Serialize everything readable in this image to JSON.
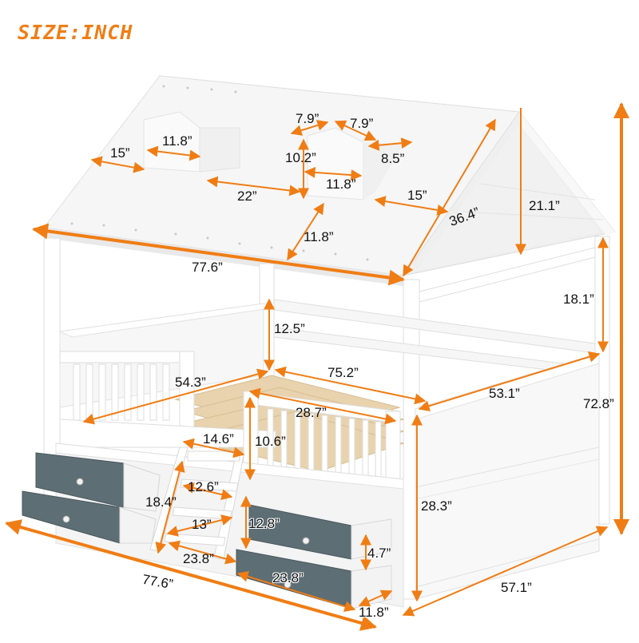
{
  "header": {
    "title": "SIZE:INCH"
  },
  "colors": {
    "accent": "#F07D14",
    "frame": "#FFFFFF",
    "frame_shade": "#ECECEC",
    "roof": "#F4F4F4",
    "drawer_front": "#5D6E75",
    "slats": "#E8D3AE",
    "text": "#111111"
  },
  "product": {
    "name": "House bed with roof, guardrails, ladder and 4 drawers",
    "drawer_count": 4
  },
  "dimensions": {
    "roof_window_offset": "15”",
    "roof_window_width_left": "11.8”",
    "roof_window_gap": "22”",
    "dormer_depth_a": "7.9”",
    "dormer_depth_b": "7.9”",
    "dormer_height": "10.2”",
    "dormer_width": "11.8”",
    "dormer_side": "8.5”",
    "roof_window_offset_right": "15”",
    "roof_window_to_eave": "11.8”",
    "roof_slope": "36.4”",
    "roof_height": "21.1”",
    "roof_length": "77.6”",
    "overall_height": "72.8”",
    "wall_clearance": "18.1”",
    "guardrail_height": "12.5”",
    "side_rail_length": "54.3”",
    "mattress_length": "75.2”",
    "mattress_width": "53.1”",
    "front_rail_length": "28.7”",
    "front_rail_height": "10.6”",
    "ladder_top_width": "14.6”",
    "ladder_step_width": "12.6”",
    "ladder_height": "18.4”",
    "ladder_bottom_width": "13”",
    "ladder_to_drawer": "23.8”",
    "drawer_opening_height": "12.8”",
    "drawer_front_height": "4.7”",
    "drawer_length": "23.8”",
    "drawer_depth": "11.8”",
    "bed_height": "28.3”",
    "overall_length": "77.6”",
    "overall_width": "57.1”"
  }
}
